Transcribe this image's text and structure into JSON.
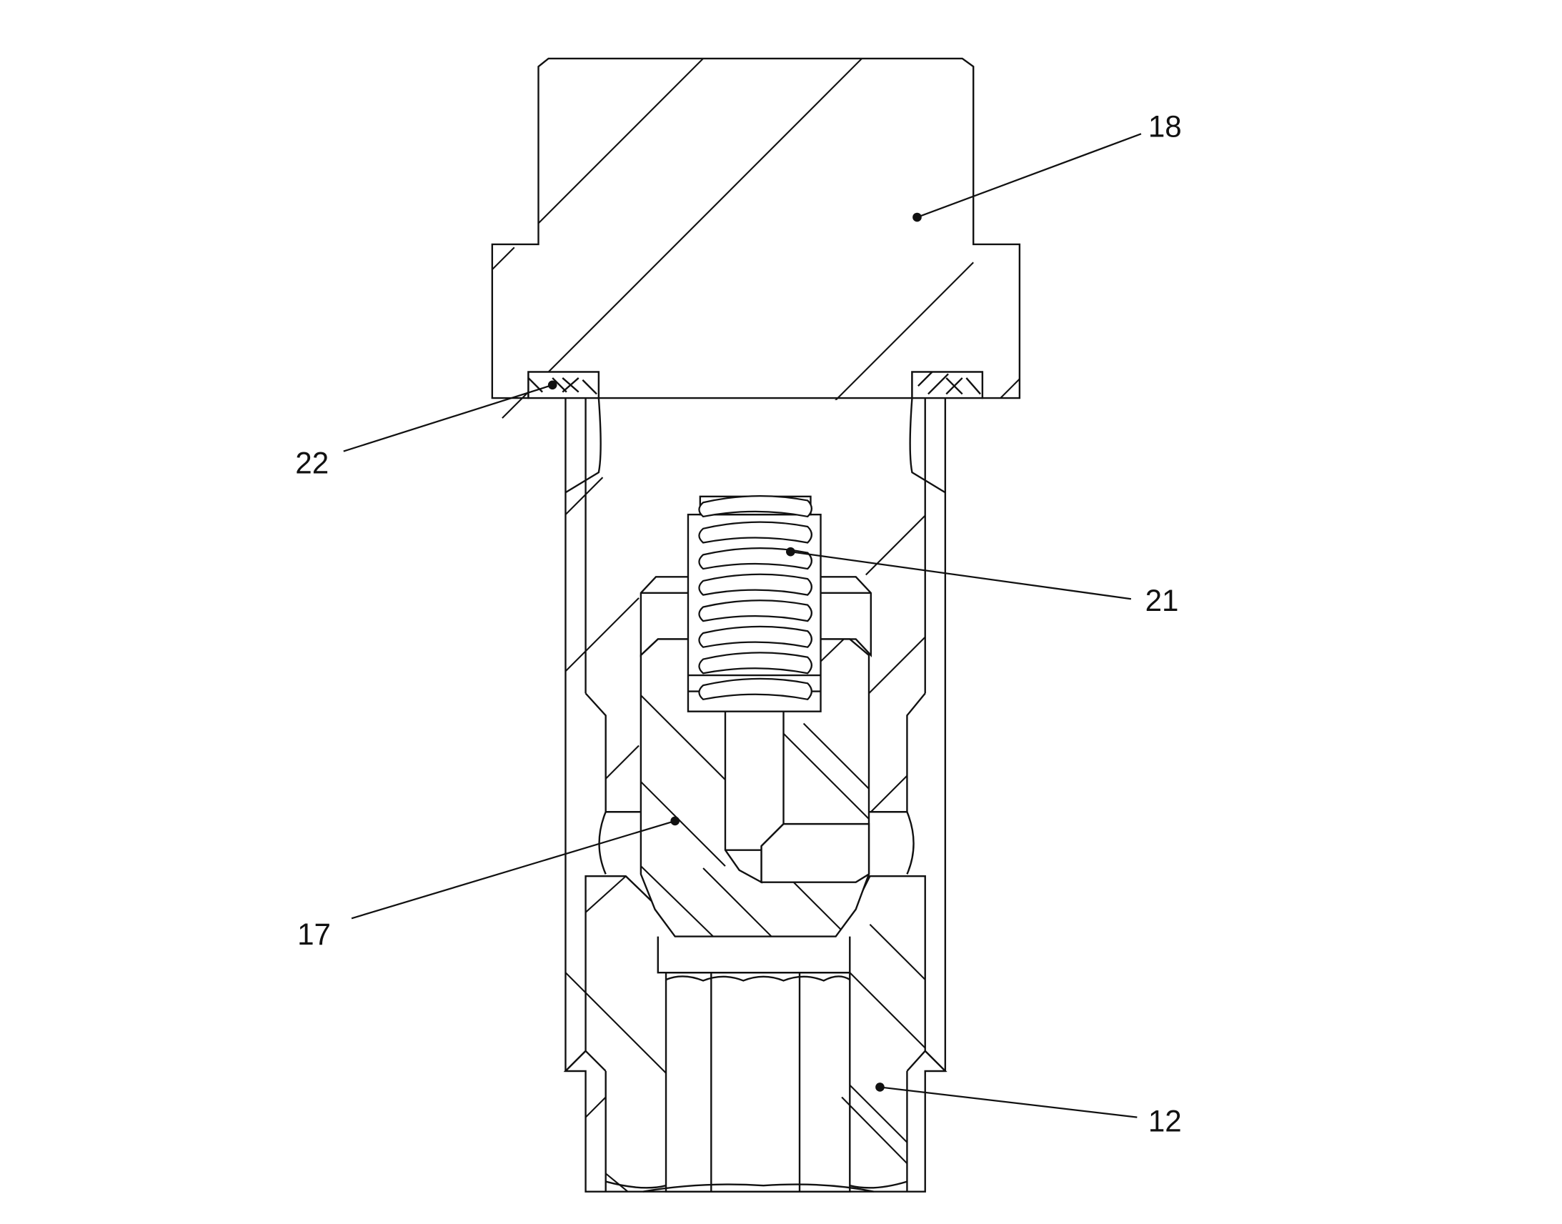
{
  "diagram": {
    "callouts": [
      {
        "id": "c18",
        "label": "18"
      },
      {
        "id": "c21",
        "label": "21"
      },
      {
        "id": "c22",
        "label": "22"
      },
      {
        "id": "c17",
        "label": "17"
      },
      {
        "id": "c12",
        "label": "12"
      }
    ]
  }
}
